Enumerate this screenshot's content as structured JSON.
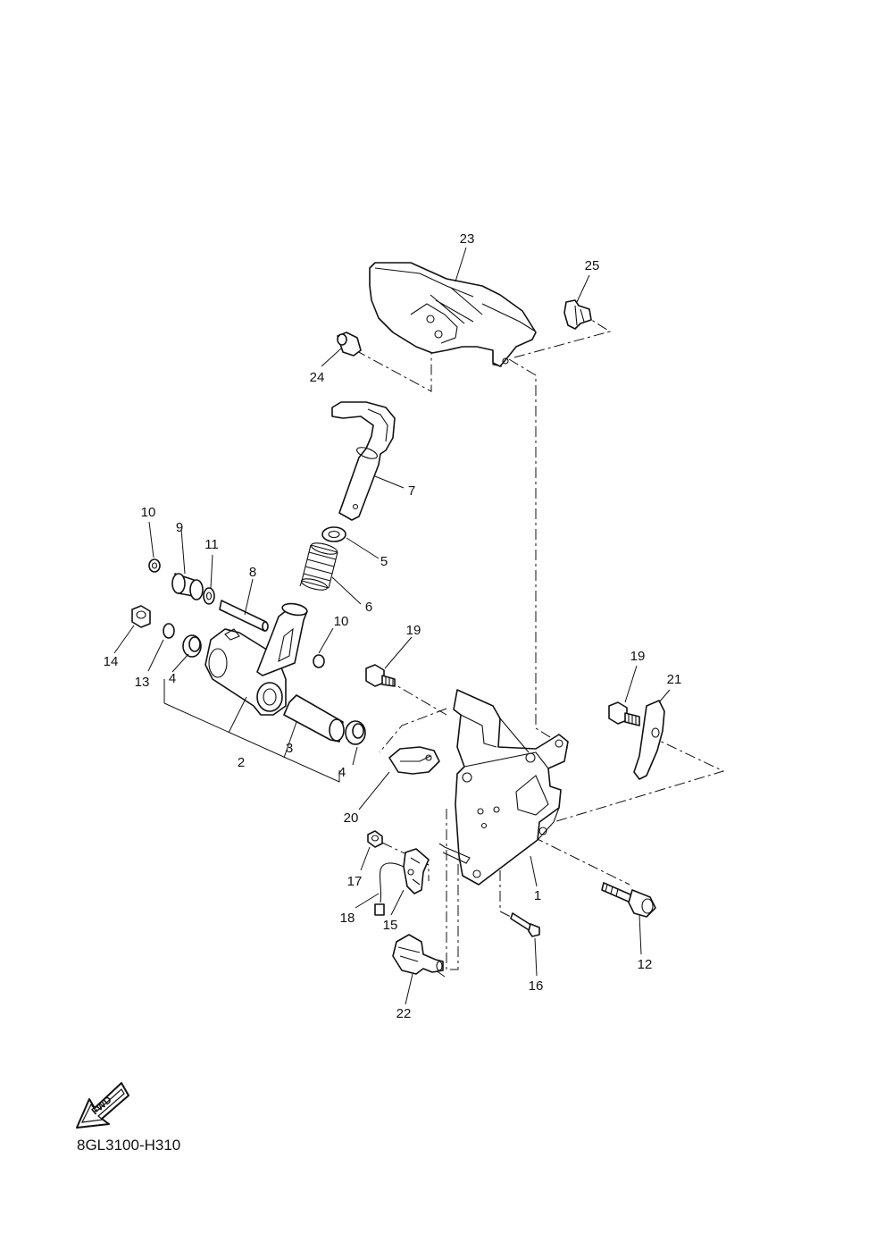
{
  "diagram": {
    "drawing_code": "8GL3100-H310",
    "direction_label": "FWD",
    "callouts": {
      "p1": "1",
      "p2": "2",
      "p3": "3",
      "p4a": "4",
      "p4b": "4",
      "p5": "5",
      "p6": "6",
      "p7": "7",
      "p8": "8",
      "p9": "9",
      "p10a": "10",
      "p10b": "10",
      "p11": "11",
      "p12": "12",
      "p13": "13",
      "p14": "14",
      "p15": "15",
      "p16": "16",
      "p17": "17",
      "p18": "18",
      "p19a": "19",
      "p19b": "19",
      "p20": "20",
      "p21": "21",
      "p22": "22",
      "p23": "23",
      "p24": "24",
      "p25": "25"
    }
  }
}
